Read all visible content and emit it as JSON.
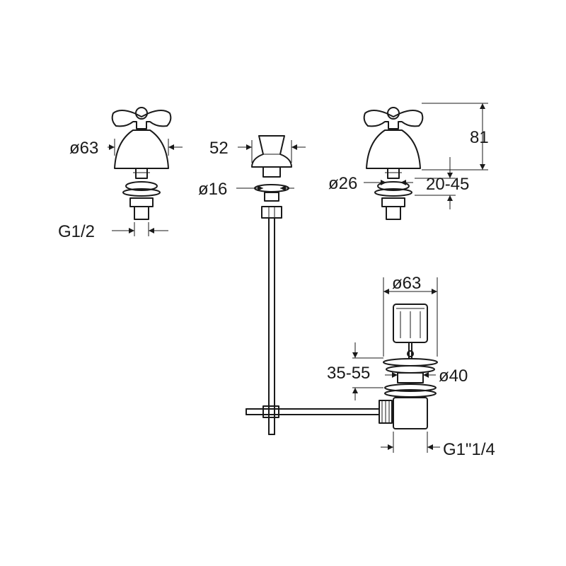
{
  "drawing": {
    "colors": {
      "line": "#1a1a1a",
      "background": "#ffffff"
    },
    "left_tap": {
      "diameter_label": "ø63",
      "thread_label": "G1/2"
    },
    "spout": {
      "width_label": "52",
      "diameter_label": "ø16"
    },
    "right_tap": {
      "height_label": "81",
      "diameter_label": "ø26",
      "range_label": "20-45"
    },
    "waste": {
      "diameter_top_label": "ø63",
      "range_label": "35-55",
      "diameter_label": "ø40",
      "thread_label": "G1\"1/4"
    }
  }
}
